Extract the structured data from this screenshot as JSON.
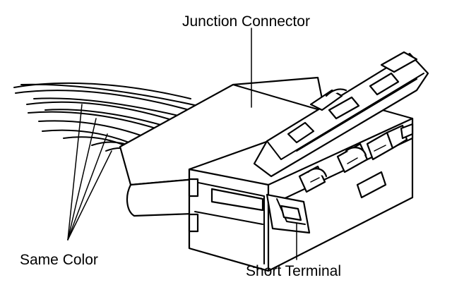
{
  "labels": {
    "junction_connector": "Junction Connector",
    "same_color": "Same Color",
    "short_terminal": "Short Terminal"
  },
  "colors": {
    "line": "#000000",
    "background": "#ffffff"
  }
}
